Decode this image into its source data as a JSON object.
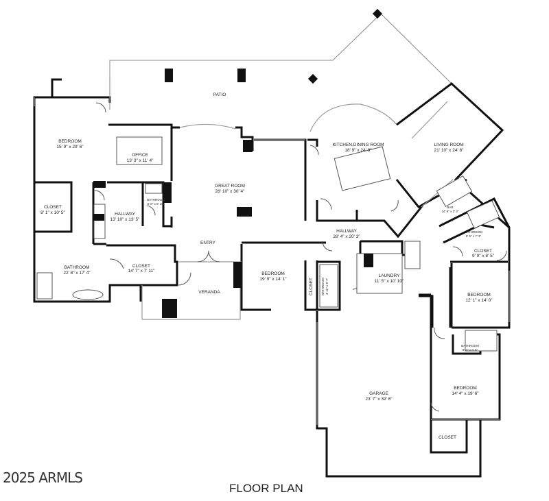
{
  "footer": {
    "copyright": "2025 ARMLS",
    "title": "FLOOR PLAN"
  },
  "rooms": {
    "patio": {
      "name": "PATIO"
    },
    "bedroom_master": {
      "name": "BEDROOM",
      "dims": "15' 9\" x 29' 6\""
    },
    "office": {
      "name": "OFFICE",
      "dims": "13' 3\" x 11' 4\""
    },
    "great_room": {
      "name": "GREAT ROOM",
      "dims": "28' 10\" x 30' 4\""
    },
    "kitchen": {
      "name": "KITCHEN,DINING ROOM",
      "dims": "18' 9\" x 24' 8\""
    },
    "living_room": {
      "name": "LIVING ROOM",
      "dims": "21' 10\" x 24' 8\""
    },
    "closet_master": {
      "name": "CLOSET",
      "dims": "8' 1\" x 10' 5\""
    },
    "hallway_west": {
      "name": "HALLWAY",
      "dims": "13' 10\" x 13' 5\""
    },
    "bathroom_small": {
      "name": "BATHROOM",
      "dims": "5' 6\" x 8' 10\""
    },
    "bathroom_master": {
      "name": "BATHROOM",
      "dims": "22' 8\" x 17' 4\""
    },
    "closet_west": {
      "name": "CLOSET",
      "dims": "14' 7\" x 7' 11\""
    },
    "entry": {
      "name": "ENTRY"
    },
    "veranda": {
      "name": "VERANDA"
    },
    "hallway_main": {
      "name": "HALLWAY",
      "dims": "28' 4\" x 20' 3\""
    },
    "bedroom_2": {
      "name": "BEDROOM",
      "dims": "19' 9\" x 14' 1\""
    },
    "closet_vertical": {
      "name": "CLOSET"
    },
    "bathroom_vertical": {
      "name": "BATHROOM",
      "dims": "4' 11\" x 8' 7\""
    },
    "laundry": {
      "name": "LAUNDRY",
      "dims": "11' 5\" x 10' 10\""
    },
    "bar": {
      "name": "BAR",
      "dims": "14' 9\" x 3' 3\""
    },
    "bathroom_east": {
      "name": "BATHROOM",
      "dims": "6' 5\" x 7' 3\""
    },
    "closet_east": {
      "name": "CLOSET",
      "dims": "9' 9\" x 8' 5\""
    },
    "bedroom_3": {
      "name": "BEDROOM",
      "dims": "12' 1\" x 14' 0\""
    },
    "bathroom_se": {
      "name": "BATHROOM",
      "dims": "8' 3\" x 5' 5\""
    },
    "garage": {
      "name": "GARAGE",
      "dims": "23' 7\" x 39' 6\""
    },
    "bedroom_4": {
      "name": "BEDROOM",
      "dims": "14' 4\" x 19' 6\""
    },
    "closet_se": {
      "name": "CLOSET"
    }
  }
}
